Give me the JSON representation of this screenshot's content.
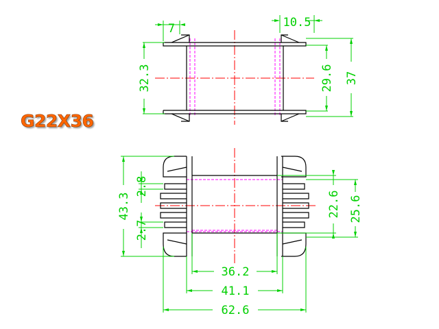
{
  "title": "G22X36",
  "colors": {
    "outline": "#000000",
    "dimension": "#00d000",
    "center_line": "#ff0000",
    "hidden_line": "#ff00ff",
    "title": "#ff6600"
  },
  "top_view": {
    "dims": {
      "flange_left_width": "7",
      "flange_right_width": "10.5",
      "flange_span_left": "32.3",
      "inner_span": "29.6",
      "total_span": "37"
    }
  },
  "front_view": {
    "dims": {
      "total_height": "43.3",
      "pin_gap_top": "2.8",
      "pin_gap_bottom": "2.7",
      "window_height": "22.6",
      "core_height": "25.6",
      "inner_width": "36.2",
      "core_width": "41.1",
      "total_width": "62.6"
    }
  }
}
